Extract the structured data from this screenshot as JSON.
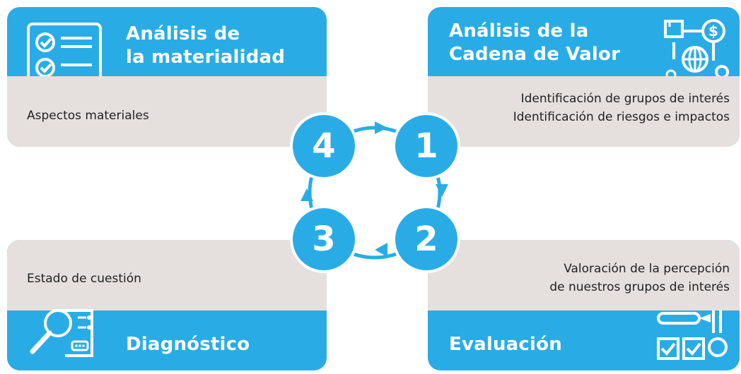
{
  "cards": {
    "top_left": {
      "title_line1": "Análisis de",
      "title_line2": "la materialidad",
      "text": "Aspectos materiales"
    },
    "top_right": {
      "title_line1": "Análisis de la",
      "title_line2": "Cadena de Valor",
      "text_line1": "Identificación de grupos de interés",
      "text_line2": "Identificación de riesgos e impactos"
    },
    "bottom_left": {
      "title": "Diagnóstico",
      "text": "Estado de cuestión"
    },
    "bottom_right": {
      "title": "Evaluación",
      "text_line1": "Valoración de la percepción",
      "text_line2": "de nuestros grupos de interés"
    }
  },
  "cycle": {
    "step1": "1",
    "step2": "2",
    "step3": "3",
    "step4": "4"
  },
  "colors": {
    "accent": "#29ace6",
    "band": "#e5e0dd",
    "text": "#222222"
  },
  "icons": [
    "checklist-icon",
    "value-chain-icon",
    "search-analysis-icon",
    "evaluation-icon"
  ]
}
